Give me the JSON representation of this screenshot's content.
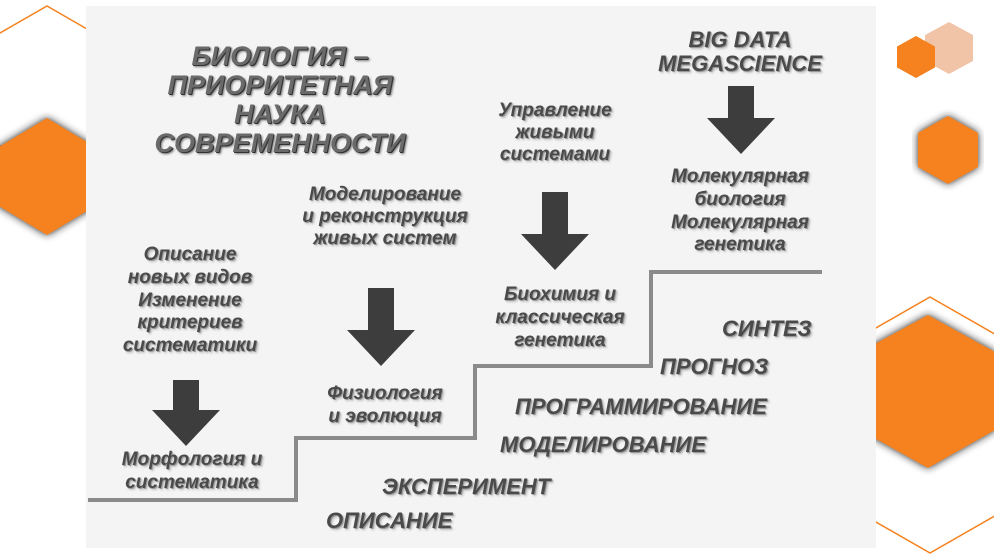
{
  "title": "БИОЛОГИЯ –\nПРИОРИТЕТНАЯ\nНАУКА\nСОВРЕМЕННОСТИ",
  "labels": {
    "big_data": "BIG DATA\nMEGASCIENCE",
    "upravlenie": "Управление\nживыми\nсистемами",
    "modelirovanie_rek": "Моделирование\nи реконструкция\nживых систем",
    "opisanie_vidov": "Описание\nновых видов\nИзменение\nкритериев\nсистематики",
    "morfologiya": "Морфология и\nсистематика",
    "fiziologiya": "Физиология\nи эволюция",
    "biohimiya": "Биохимия и\nклассическая\nгенетика",
    "molekulyarnaya": "Молекулярная\nбиология\nМолекулярная\nгенетика"
  },
  "methods": [
    "ОПИСАНИЕ",
    "ЭКСПЕРИМЕНТ",
    "МОДЕЛИРОВАНИЕ",
    "ПРОГРАММИРОВАНИЕ",
    "ПРОГНОЗ",
    "СИНТЕЗ"
  ],
  "colors": {
    "accent": "#f5821f",
    "text": "#4a4a4a",
    "arrow": "#3d3d3d"
  }
}
